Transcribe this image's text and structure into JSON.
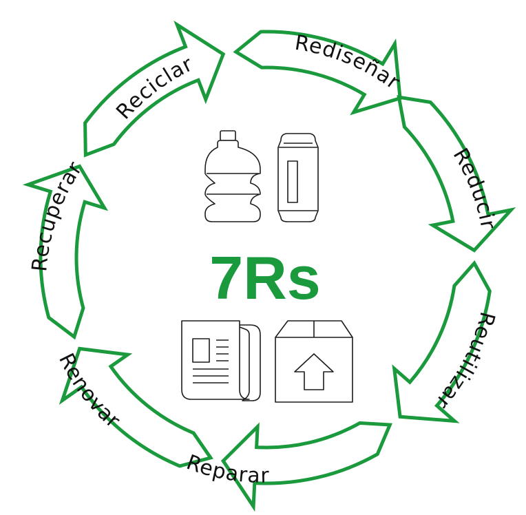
{
  "diagram": {
    "title": "7Rs",
    "accent_color": "#1a9a3c",
    "stroke_color": "#1c1c1c",
    "steps": [
      {
        "label": "Rediseñar"
      },
      {
        "label": "Reducir"
      },
      {
        "label": "Reutilizar"
      },
      {
        "label": "Reparar"
      },
      {
        "label": "Renovar"
      },
      {
        "label": "Recuperar"
      },
      {
        "label": "Reciclar"
      }
    ],
    "icons": [
      "bottle-icon",
      "can-icon",
      "newspaper-icon",
      "box-icon"
    ]
  }
}
